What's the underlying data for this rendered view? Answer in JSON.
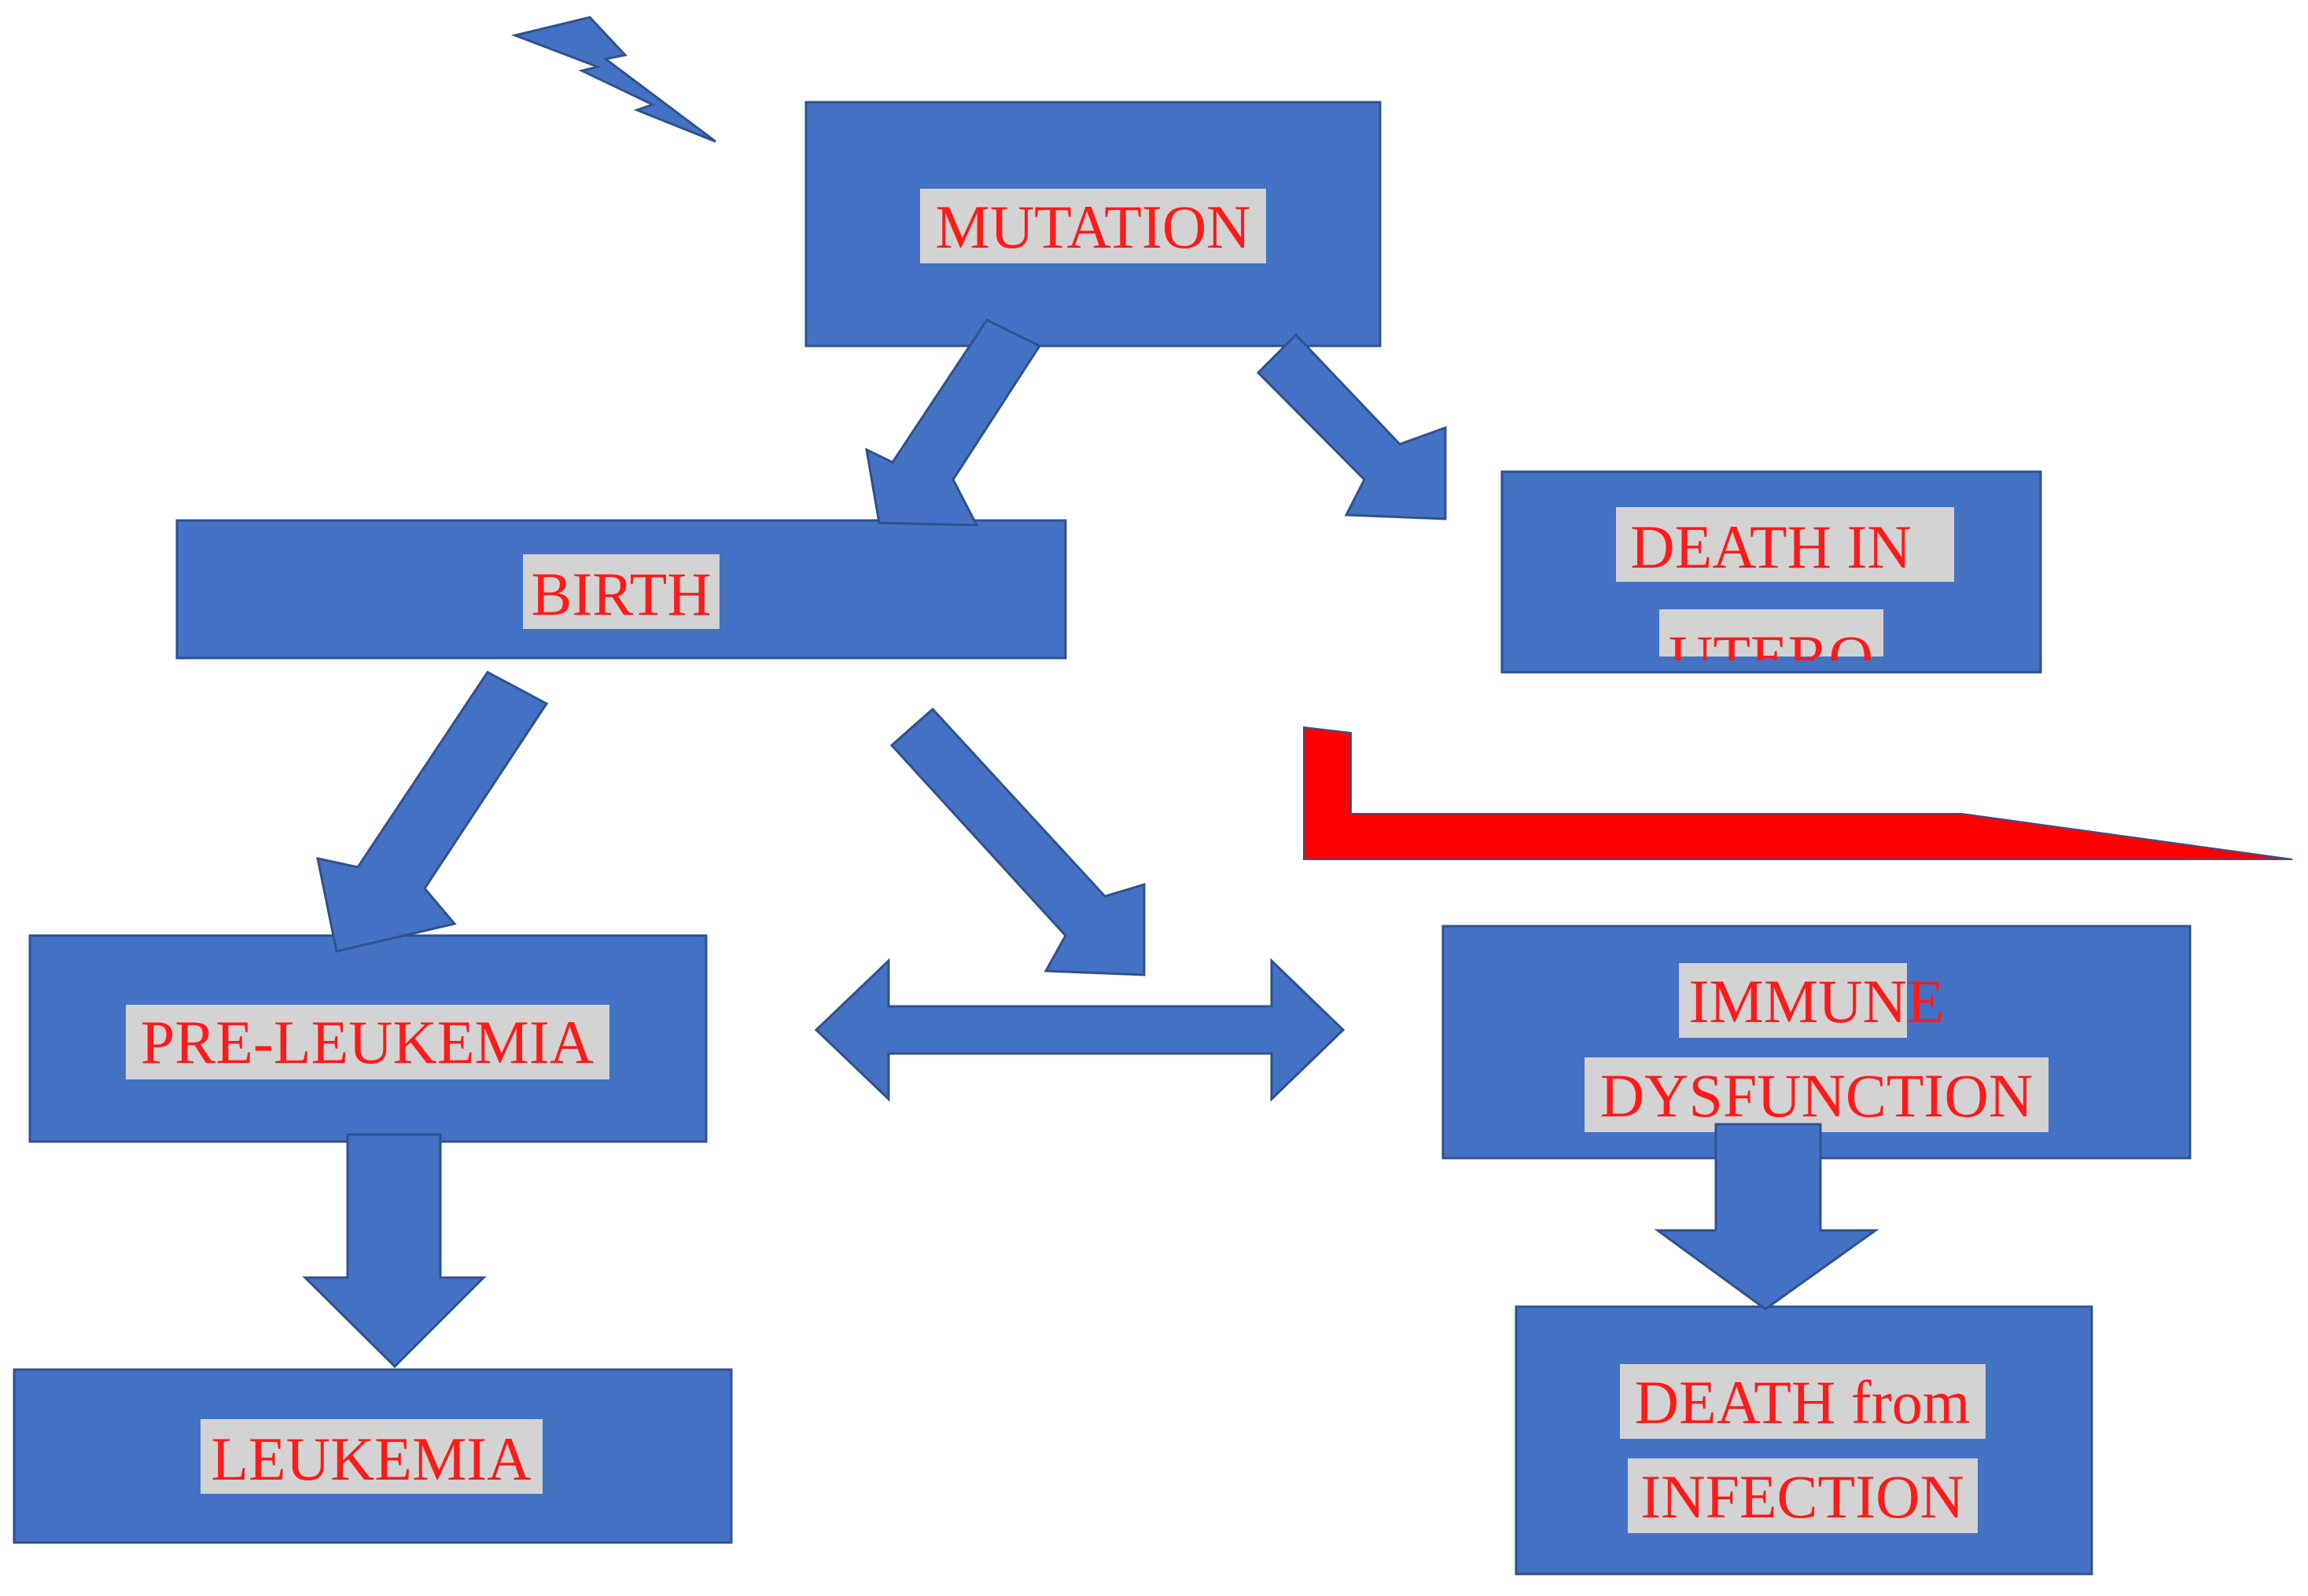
{
  "nodes": {
    "mutation": {
      "label": "MUTATION"
    },
    "birth": {
      "label": "BIRTH"
    },
    "death_in_utero": {
      "lines": [
        "DEATH IN",
        "UTERO"
      ]
    },
    "pre_leukemia": {
      "label": "PRE-LEUKEMIA"
    },
    "immune_dysfunction": {
      "lines": [
        "IMMUNE",
        "DYSFUNCTION"
      ]
    },
    "leukemia": {
      "label": "LEUKEMIA"
    },
    "death_from_infection": {
      "lines": [
        "DEATH from",
        "INFECTION"
      ]
    }
  },
  "colors": {
    "box_fill": "#4472c4",
    "box_stroke": "#2f528f",
    "label_text": "#ff1a1a",
    "label_background": "#d3d3d3",
    "accent_shape": "#ff0000"
  },
  "icons": [
    "lightning-bolt-icon"
  ]
}
